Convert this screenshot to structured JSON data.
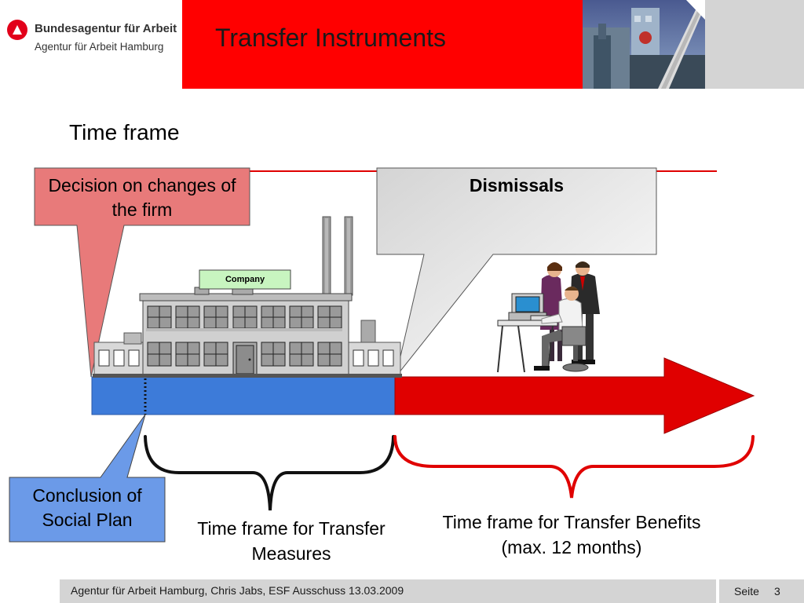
{
  "header": {
    "org_name": "Bundesagentur für Arbeit",
    "org_sub": "Agentur für Arbeit Hamburg",
    "title": "Transfer Instruments",
    "accent_color": "#ff0000"
  },
  "slide": {
    "subtitle": "Time frame"
  },
  "diagram": {
    "callouts": {
      "decision": "Decision on changes of the firm",
      "dismissals": "Dismissals",
      "conclusion": "Conclusion of Social Plan"
    },
    "company_label": "Company",
    "timeframes": {
      "measures": "Time frame for Transfer Measures",
      "benefits_line1": "Time frame for Transfer Benefits",
      "benefits_line2": "(max. 12 months)"
    },
    "colors": {
      "timeline_blue": "#3d7bd9",
      "timeline_red": "#e00000",
      "decision_fill": "#e87a7a",
      "conclusion_fill": "#6b9ae8",
      "dismissals_fill": "#e0e0e0"
    }
  },
  "footer": {
    "text": "Agentur für Arbeit Hamburg, Chris Jabs, ESF Ausschuss 13.03.2009",
    "page_label": "Seite",
    "page_number": "3"
  }
}
